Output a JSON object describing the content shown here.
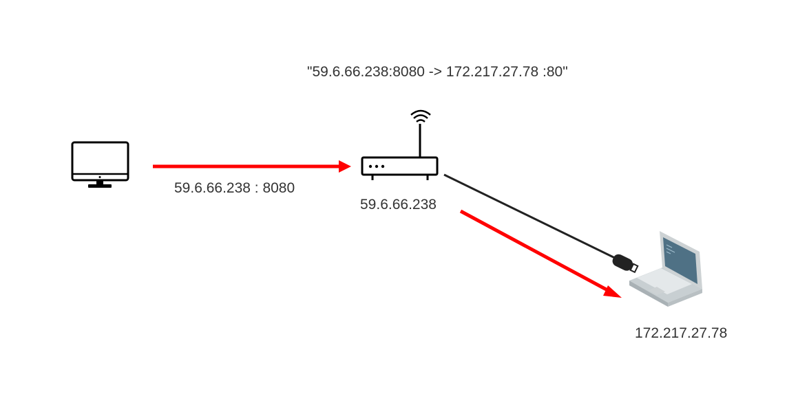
{
  "diagram": {
    "nat_mapping": "\"59.6.66.238:8080 -> 172.217.27.78 :80\"",
    "pc_endpoint": "59.6.66.238 : 8080",
    "router_ip": "59.6.66.238",
    "laptop_ip": "172.217.27.78"
  },
  "icons": {
    "computer": "desktop-monitor-icon",
    "router": "wifi-router-icon",
    "laptop": "laptop-icon",
    "cable": "ethernet-cable-icon"
  },
  "colors": {
    "arrow": "#ff0000",
    "outline": "#000000",
    "cable": "#222222",
    "text": "#333333"
  }
}
